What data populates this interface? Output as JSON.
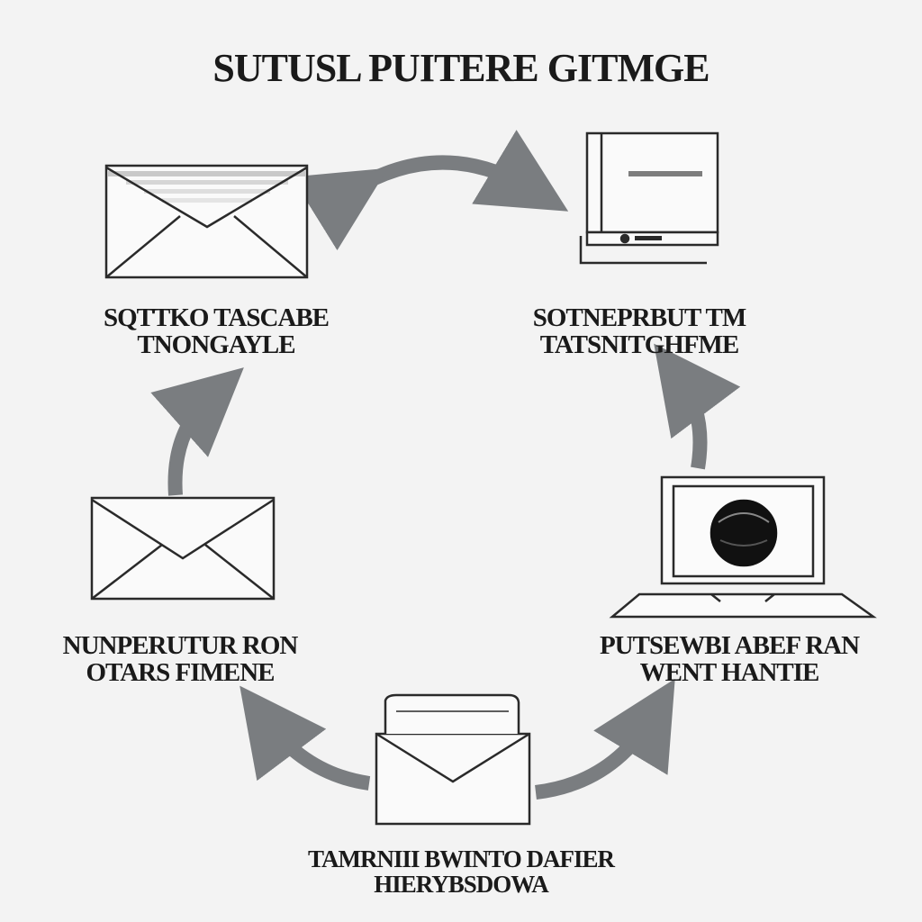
{
  "diagram": {
    "title": "SUTUSL PUITERE GITMGE",
    "nodes": [
      {
        "id": "top-left",
        "icon": "envelope-icon",
        "line1": "SQTTKO TASCABE",
        "line2": "TNONGAYLE"
      },
      {
        "id": "top-right",
        "icon": "monitor-icon",
        "line1": "SOTNEPRBUT TM",
        "line2": "TATSNITGHFME"
      },
      {
        "id": "middle-left",
        "icon": "envelope-icon",
        "line1": "NUNPERUTUR RON",
        "line2": "OTARS FIMENE"
      },
      {
        "id": "middle-right",
        "icon": "laptop-icon",
        "line1": "PUTSEWBI ABEF RAN",
        "line2": "WENT HANTIE"
      },
      {
        "id": "bottom",
        "icon": "open-envelope-icon",
        "line1": "TAMRNIII BWINTO DAFIER",
        "line2": "HIERYBSDOWA"
      }
    ],
    "arrow_color": "#7a7d80",
    "line_color": "#2a2a2a"
  }
}
